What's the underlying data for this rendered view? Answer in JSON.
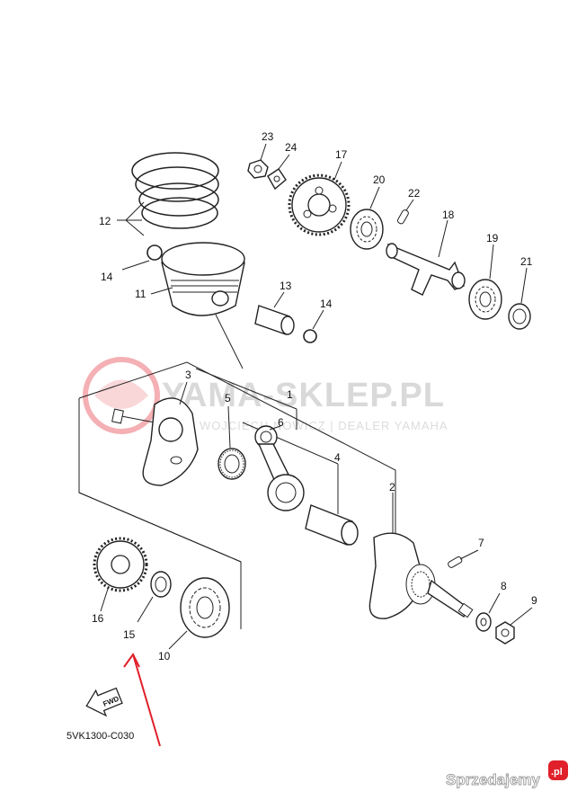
{
  "diagram": {
    "part_code": "5VK1300-C030",
    "fwd_label": "FWD",
    "watermark": {
      "title": "YAMA-SKLEP.PL",
      "subtitle": "WOJCIECH NOWICZ | DEALER YAMAHA"
    },
    "marketplace_logo": "Sprzedajemy",
    "marketplace_logo_suffix": ".pl",
    "accent_color": "#e0202a",
    "callouts": {
      "c1": "1",
      "c2": "2",
      "c3": "3",
      "c4": "4",
      "c5": "5",
      "c6": "6",
      "c7": "7",
      "c8": "8",
      "c9": "9",
      "c10": "10",
      "c11": "11",
      "c12": "12",
      "c13": "13",
      "c14a": "14",
      "c14b": "14",
      "c15": "15",
      "c16": "16",
      "c17": "17",
      "c18": "18",
      "c19": "19",
      "c20": "20",
      "c21": "21",
      "c22": "22",
      "c23": "23",
      "c24": "24"
    }
  }
}
